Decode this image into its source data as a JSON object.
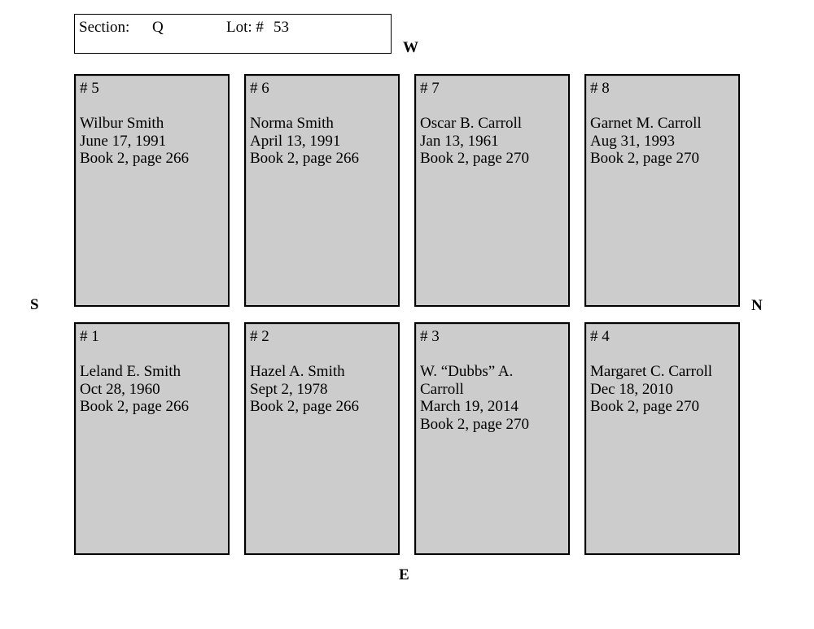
{
  "header": {
    "section_label": "Section:",
    "section_value": "Q",
    "lot_label": "Lot: #",
    "lot_value": "53"
  },
  "compass": {
    "west": "W",
    "east": "E",
    "south": "S",
    "north": "N"
  },
  "plots": [
    {
      "number": "# 5",
      "name": "Wilbur Smith",
      "date": "June 17, 1991",
      "book": "Book 2, page 266"
    },
    {
      "number": "# 6",
      "name": "Norma Smith",
      "date": "April 13, 1991",
      "book": "Book 2, page 266"
    },
    {
      "number": "# 7",
      "name": "Oscar B. Carroll",
      "date": "Jan 13, 1961",
      "book": "Book 2, page 270"
    },
    {
      "number": "# 8",
      "name": "Garnet M. Carroll",
      "date": "Aug 31, 1993",
      "book": "Book 2, page 270"
    },
    {
      "number": "# 1",
      "name": "Leland E. Smith",
      "date": "Oct 28, 1960",
      "book": "Book 2, page 266"
    },
    {
      "number": "# 2",
      "name": "Hazel A. Smith",
      "date": "Sept 2, 1978",
      "book": "Book 2, page 266"
    },
    {
      "number": "# 3",
      "name": "W. “Dubbs” A. Carroll",
      "date": "March 19, 2014",
      "book": "Book 2, page 270"
    },
    {
      "number": "# 4",
      "name": "Margaret C. Carroll",
      "date": "Dec 18, 2010",
      "book": "Book 2, page 270"
    }
  ]
}
